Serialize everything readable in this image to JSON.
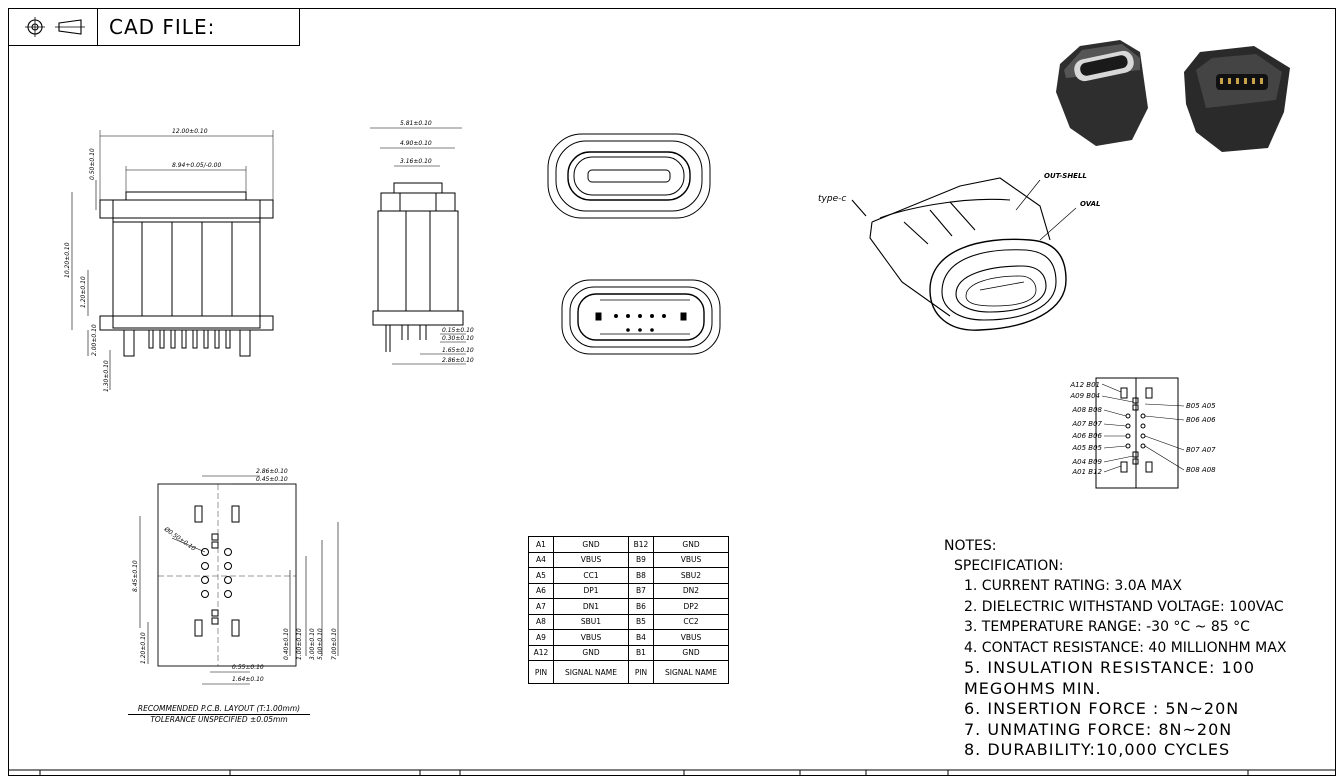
{
  "title_block": {
    "label": "CAD FILE:",
    "projection_icon": "third-angle-projection-icon"
  },
  "dimensions": {
    "front": [
      "12.00±0.10",
      "8.94+0.05/-0.00",
      "0.50±0.10",
      "10.20±0.10",
      "1.20±0.10",
      "2.00±0.10",
      "1.30±0.10"
    ],
    "side": [
      "5.81±0.10",
      "4.90±0.10",
      "3.16±0.10",
      "0.15±0.10",
      "0.30±0.10",
      "1.65±0.10",
      "2.86±0.10"
    ],
    "pcb": [
      "2.86±0.10",
      "0.45±0.10",
      "Ø0.50±0.10",
      "8.45±0.10",
      "1.20±0.10",
      "0.40±0.10",
      "1.00±0.10",
      "3.00±0.10",
      "5.00±0.10",
      "7.00±0.10",
      "0.55±0.10",
      "1.64±0.10"
    ]
  },
  "callouts": {
    "type_c": "type-c",
    "out_shell": "OUT-SHELL",
    "oval": "OVAL"
  },
  "pinout_left": [
    "A12 B01",
    "A09 B04",
    "A08 B08",
    "A07 B07",
    "A06 B06",
    "A05 B05",
    "A04 B09",
    "A01 B12"
  ],
  "pinout_right": [
    "B05 A05",
    "B06 A06",
    "B07 A07",
    "B08 A08"
  ],
  "pcb_caption": {
    "line1": "RECOMMENDED   P.C.B.  LAYOUT  (T:1.00mm)",
    "line2": "TOLERANCE  UNSPECIFIED  ±0.05mm"
  },
  "pin_table": {
    "rows": [
      [
        "A1",
        "GND",
        "B12",
        "GND"
      ],
      [
        "A4",
        "VBUS",
        "B9",
        "VBUS"
      ],
      [
        "A5",
        "CC1",
        "B8",
        "SBU2"
      ],
      [
        "A6",
        "DP1",
        "B7",
        "DN2"
      ],
      [
        "A7",
        "DN1",
        "B6",
        "DP2"
      ],
      [
        "A8",
        "SBU1",
        "B5",
        "CC2"
      ],
      [
        "A9",
        "VBUS",
        "B4",
        "VBUS"
      ],
      [
        "A12",
        "GND",
        "B1",
        "GND"
      ],
      [
        "PIN",
        "SIGNAL NAME",
        "PIN",
        "SIGNAL NAME"
      ]
    ]
  },
  "notes": {
    "heading": "NOTES:",
    "subheading": "SPECIFICATION:",
    "items": [
      "1. CURRENT RATING: 3.0A MAX",
      "2. DIELECTRIC WITHSTAND VOLTAGE: 100VAC",
      "3. TEMPERATURE RANGE: -30 °C ~ 85 °C",
      "4. CONTACT RESISTANCE: 40 MILLIONHM MAX",
      "5. INSULATION RESISTANCE: 100 MEGOHMS MIN.",
      "6. INSERTION FORCE : 5N~20N",
      "7. UNMATING FORCE: 8N~20N",
      "8. DURABILITY:10,000 CYCLES"
    ]
  }
}
